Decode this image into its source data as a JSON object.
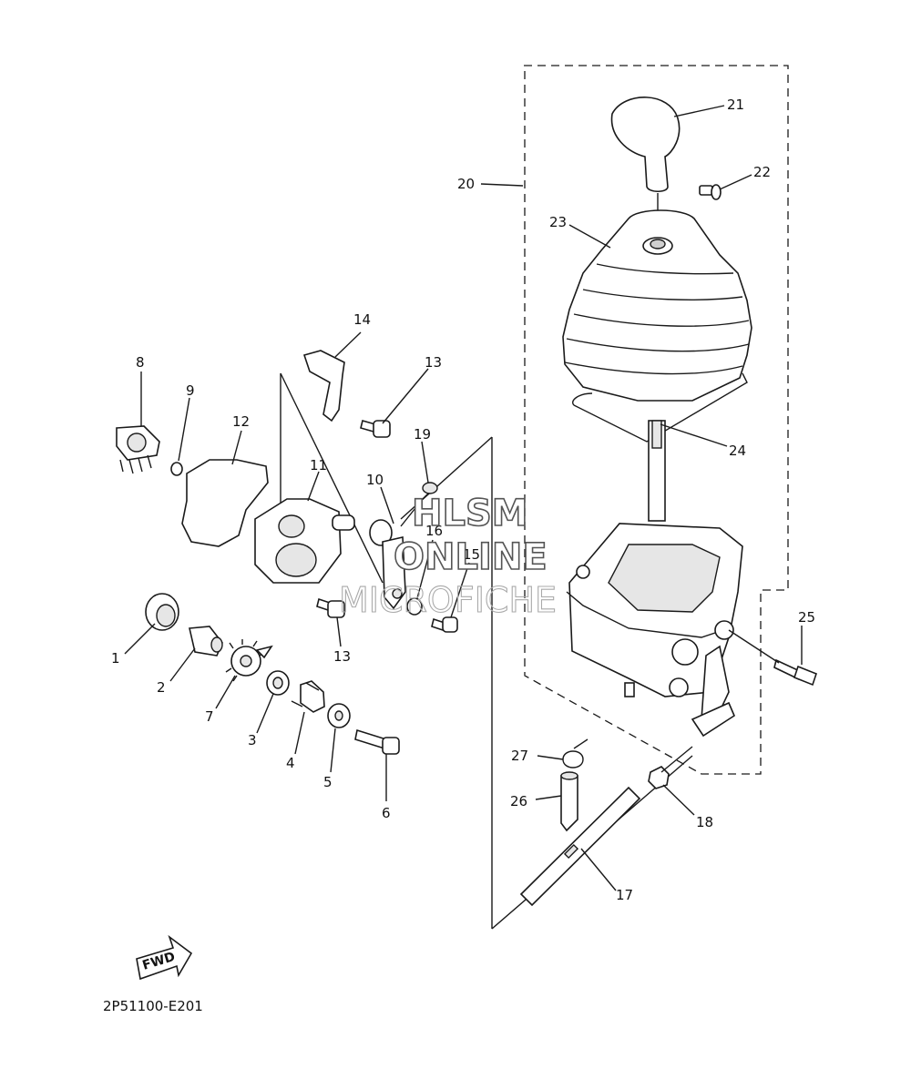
{
  "diagram": {
    "drawing_code": "2P51100-E201",
    "fwd_label": "FWD",
    "watermark": [
      "HLSM",
      "ONLINE",
      "MICROFICHE"
    ],
    "callouts": [
      "1",
      "2",
      "3",
      "4",
      "5",
      "6",
      "7",
      "8",
      "9",
      "10",
      "11",
      "12",
      "13",
      "13",
      "14",
      "15",
      "16",
      "17",
      "18",
      "19",
      "20",
      "21",
      "22",
      "23",
      "24",
      "25",
      "26",
      "27"
    ]
  }
}
